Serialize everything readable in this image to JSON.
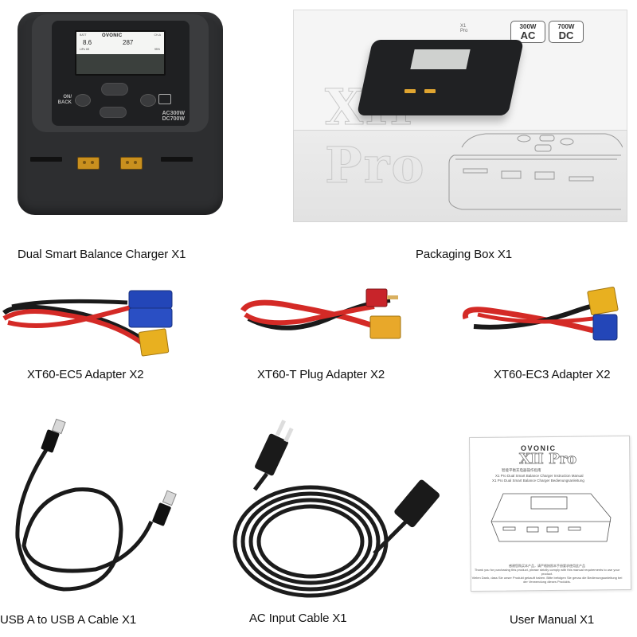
{
  "items": [
    {
      "label": "Dual Smart Balance Charger X1"
    },
    {
      "label": "Packaging Box X1"
    },
    {
      "label": "XT60-EC5 Adapter X2"
    },
    {
      "label": "XT60-T Plug Adapter X2"
    },
    {
      "label": "XT60-EC3 Adapter X2"
    },
    {
      "label": "USB A to USB A Cable X1"
    },
    {
      "label": "AC Input Cable X1"
    },
    {
      "label": "User Manual X1"
    }
  ],
  "charger": {
    "screen_brand": "OVONIC",
    "screen_left_label": "BATT",
    "screen_right_label": "CH-A",
    "screen_value_1": "8.6",
    "screen_value_2": "287",
    "screen_sub_1": "LiPo 6S",
    "screen_sub_2": "95%",
    "button_left_label_1": "ON/",
    "button_left_label_2": "BACK",
    "power_ac": "AC300W",
    "power_dc": "DC700W"
  },
  "box": {
    "model": "X1 Pro",
    "product_name_outline": "XII Pro",
    "badge_ac_top": "300W",
    "badge_ac_bottom": "AC",
    "badge_dc_top": "700W",
    "badge_dc_bottom": "DC"
  },
  "manual": {
    "brand": "OVONIC",
    "title": "XII Pro",
    "subtitle_cn": "智能平衡充电器操作指南",
    "subtitle_en": "X1 Pro Dual Smart Balance Charger Instruction Manual",
    "subtitle_de": "X1 Pro Dual Smart Balance Charger Bedienungsanleitung",
    "footer_cn": "感谢您购买本产品，请严格按照本手册要求使用此产品",
    "footer_en": "Thank you for purchasing this product, please strictly comply with this manual requirements to use your product.",
    "footer_de": "Vielen Dank, dass Sie unser Produkt gekauft haben. Bitte befolgen Sie genau die Bedienungsanleitung bei der Verwendung dieses Produkts."
  },
  "colors": {
    "charger_body": "#2d2e30",
    "xt60_yellow": "#e8b020",
    "ec_blue": "#2346b8",
    "wire_red": "#d42a26",
    "wire_black": "#1a1a1a",
    "deans_red": "#c8242a"
  }
}
